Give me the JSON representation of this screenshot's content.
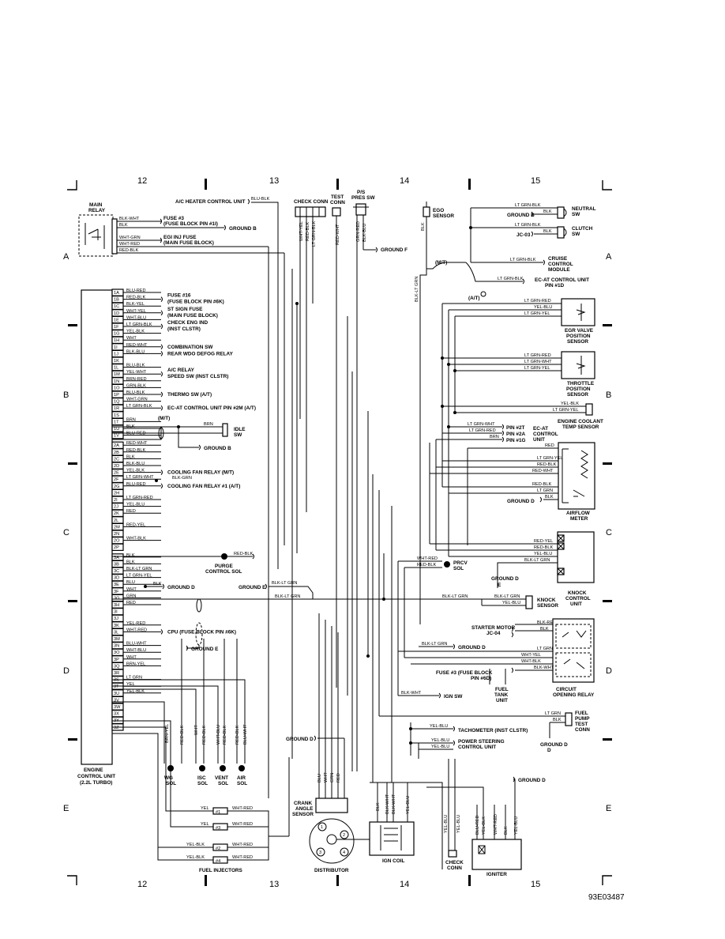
{
  "grid": {
    "columns": [
      "12",
      "13",
      "14",
      "15"
    ],
    "rows": [
      "A",
      "B",
      "C",
      "D",
      "E"
    ]
  },
  "drawing_id": "93E03487",
  "ecu": {
    "label_line1": "ENGINE",
    "label_line2": "CONTROL UNIT",
    "label_line3": "(2.2L TURBO)"
  },
  "pins": [
    {
      "pin": "1A",
      "wire": "BLU-RED"
    },
    {
      "pin": "1B",
      "wire": "RED-BLK"
    },
    {
      "pin": "1C",
      "wire": "BLK-YEL"
    },
    {
      "pin": "1D",
      "wire": "WHT-YEL"
    },
    {
      "pin": "1E",
      "wire": "WHT-BLU"
    },
    {
      "pin": "1F",
      "wire": "LT GRN-BLK"
    },
    {
      "pin": "1G",
      "wire": "YEL-BLK"
    },
    {
      "pin": "1H",
      "wire": "WHT"
    },
    {
      "pin": "1I",
      "wire": "RED-WHT"
    },
    {
      "pin": "1J",
      "wire": "BLK-BLU"
    },
    {
      "pin": "1K",
      "wire": ""
    },
    {
      "pin": "1L",
      "wire": "BLU-BLK"
    },
    {
      "pin": "1M",
      "wire": "YEL-WHT"
    },
    {
      "pin": "1N",
      "wire": "BRN-RED"
    },
    {
      "pin": "1O",
      "wire": "GRN-BLK"
    },
    {
      "pin": "1P",
      "wire": "BLU-BLK"
    },
    {
      "pin": "1Q",
      "wire": "WHT-GRN"
    },
    {
      "pin": "1R",
      "wire": "LT GRN-BLK"
    },
    {
      "pin": "1S",
      "wire": ""
    },
    {
      "pin": "1T",
      "wire": "BRN"
    },
    {
      "pin": "1U",
      "wire": "BLK"
    },
    {
      "pin": "1V",
      "wire": "BLU-RED"
    },
    {
      "pin": "2A",
      "wire": "RED-WHT"
    },
    {
      "pin": "2B",
      "wire": "RED-BLK"
    },
    {
      "pin": "2C",
      "wire": "BLK"
    },
    {
      "pin": "2D",
      "wire": "BLK-BLU"
    },
    {
      "pin": "2E",
      "wire": "YEL-BLK"
    },
    {
      "pin": "2F",
      "wire": "LT GRN-WHT"
    },
    {
      "pin": "2G",
      "wire": "BLU-RED"
    },
    {
      "pin": "2H",
      "wire": ""
    },
    {
      "pin": "2I",
      "wire": "LT GRN-RED"
    },
    {
      "pin": "2J",
      "wire": "YEL-BLU"
    },
    {
      "pin": "2K",
      "wire": "RED"
    },
    {
      "pin": "2L",
      "wire": ""
    },
    {
      "pin": "2M",
      "wire": "RED-YEL"
    },
    {
      "pin": "2N",
      "wire": ""
    },
    {
      "pin": "2O",
      "wire": "WHT-BLK"
    },
    {
      "pin": "2P",
      "wire": ""
    },
    {
      "pin": "3A",
      "wire": "BLK"
    },
    {
      "pin": "3B",
      "wire": "BLK"
    },
    {
      "pin": "3C",
      "wire": "BLK-LT GRN"
    },
    {
      "pin": "3D",
      "wire": "LT GRN-YEL"
    },
    {
      "pin": "3E",
      "wire": "BLU"
    },
    {
      "pin": "3F",
      "wire": "WHT"
    },
    {
      "pin": "3G",
      "wire": "GRN"
    },
    {
      "pin": "3H",
      "wire": "RED"
    },
    {
      "pin": "3I",
      "wire": ""
    },
    {
      "pin": "3J",
      "wire": ""
    },
    {
      "pin": "3K",
      "wire": "YEL-RED"
    },
    {
      "pin": "3L",
      "wire": "WHT-RED"
    },
    {
      "pin": "3M",
      "wire": ""
    },
    {
      "pin": "3N",
      "wire": "BLU-WHT"
    },
    {
      "pin": "3O",
      "wire": "WHT-BLU"
    },
    {
      "pin": "3P",
      "wire": "WHT"
    },
    {
      "pin": "3Q",
      "wire": "BRN-YEL"
    },
    {
      "pin": "3R",
      "wire": ""
    },
    {
      "pin": "3S",
      "wire": "LT GRN"
    },
    {
      "pin": "3T",
      "wire": "YEL"
    },
    {
      "pin": "3U",
      "wire": "YEL-BLK"
    },
    {
      "pin": "3V",
      "wire": ""
    },
    {
      "pin": "3W",
      "wire": ""
    },
    {
      "pin": "3X",
      "wire": ""
    },
    {
      "pin": "3Y",
      "wire": ""
    },
    {
      "pin": "3Z",
      "wire": ""
    }
  ],
  "left_destinations": [
    {
      "after_pin": "1B",
      "line1": "FUSE #16",
      "line2": "(FUSE BLOCK PIN #6K)"
    },
    {
      "after_pin": "1D",
      "line1": "ST SIGN FUSE",
      "line2": "(MAIN FUSE BLOCK)"
    },
    {
      "after_pin": "1F",
      "line1": "CHECK ENG IND",
      "line2": "(INST CLSTR)"
    },
    {
      "after_pin": "1I",
      "line1": "COMBINATION SW",
      "line2": ""
    },
    {
      "after_pin": "1J",
      "line1": "REAR WDO DEFOG RELAY",
      "line2": ""
    },
    {
      "after_pin": "1M",
      "line1": "A/C RELAY",
      "line2": "SPEED SW (INST CLSTR)"
    },
    {
      "after_pin": "1P",
      "line1": "THERMO SW (A/T)",
      "line2": ""
    },
    {
      "after_pin": "1R",
      "line1": "EC-AT CONTROL UNIT PIN #2M (A/T)",
      "line2": ""
    },
    {
      "after_pin": "2E",
      "line1": "COOLING FAN RELAY (M/T)",
      "line2": ""
    },
    {
      "after_pin": "2G",
      "line1": "COOLING FAN RELAY #1 (A/T)",
      "line2": ""
    },
    {
      "after_pin": "3L",
      "line1": "CPU (FUSE BLOCK PIN #6K)",
      "line2": ""
    }
  ],
  "top_components": {
    "main_relay": {
      "line1": "MAIN",
      "line2": "RELAY"
    },
    "relay_wires": [
      "BLK-WHT",
      "BLK",
      "WHT-GRN",
      "WHT-RED",
      "RED-BLK"
    ],
    "fuse3": {
      "line1": "FUSE #3",
      "line2": "(FUSE BLOCK PIN #1I)"
    },
    "egi_fuse": {
      "line1": "EGI INJ FUSE",
      "line2": "(MAIN FUSE BLOCK)"
    },
    "ac_heater": "A/C HEATER CONTROL UNIT",
    "ac_wire": "BLU-BLK",
    "check_conn": "CHECK CONN",
    "test_conn": {
      "line1": "TEST",
      "line2": "CONN"
    },
    "ps_press": {
      "line1": "P/S",
      "line2": "PRES SW"
    },
    "ego": {
      "line1": "EGO",
      "line2": "SENSOR"
    },
    "ego_wire": "BLK",
    "check_conn_wires": [
      "WHT-YEL",
      "RED-BLK",
      "LT GRN-BLK"
    ],
    "test_wire": "RED-WHT",
    "ps_wires": [
      "GRN-RED",
      "BLK-BLU"
    ],
    "ego_down_wire": "BLK-LT GRN",
    "mt_label": "(M/T)",
    "at_label": "(A/T)"
  },
  "right_components": {
    "neutral_sw": {
      "line1": "NEUTRAL",
      "line2": "SW",
      "wire1": "LT GRN-BLK",
      "wire2": "BLK"
    },
    "clutch_sw": {
      "line1": "CLUTCH",
      "line2": "SW",
      "wire1": "LT GRN-BLK",
      "wire2": "BLK"
    },
    "cruise": {
      "line1": "CRUISE",
      "line2": "CONTROL",
      "line3": "MODULE",
      "wire": "LT GRN-BLK"
    },
    "ecat_top": {
      "line1": "EC-AT CONTROL UNIT",
      "line2": "PIN #1D",
      "wire": "LT GRN-BLK"
    },
    "jc03": "JC-03",
    "egr": {
      "line1": "EGR VALVE",
      "line2": "POSITION",
      "line3": "SENSOR",
      "wires": [
        "LT GRN-RED",
        "YEL-BLU",
        "LT GRN-YEL"
      ]
    },
    "throttle": {
      "line1": "THROTTLE",
      "line2": "POSITION",
      "line3": "SENSOR",
      "wires": [
        "LT GRN-RED",
        "LT GRN-WHT",
        "LT GRN-YEL"
      ]
    },
    "coolant": {
      "line1": "ENGINE COOLANT",
      "line2": "TEMP SENSOR",
      "wires": [
        "YEL-BLK",
        "LT GRN-YEL"
      ]
    },
    "ecat_pins": {
      "line1": "EC-AT",
      "line2": "CONTROL",
      "line3": "UNIT",
      "pins": [
        "PIN #2T",
        "PIN #2A",
        "PIN #1G"
      ],
      "wires": [
        "LT GRN-WHT",
        "LT GRN-RED",
        "BRN"
      ]
    },
    "airflow": {
      "line1": "AIRFLOW",
      "line2": "METER",
      "wires": [
        "RED",
        "LT GRN-YEL",
        "RED-BLK",
        "RED-WHT",
        "RED-BLK",
        "LT GRN",
        "BLK"
      ]
    },
    "knock_unit": {
      "line1": "KNOCK",
      "line2": "CONTROL",
      "line3": "UNIT",
      "wires": [
        "RED-YEL",
        "RED-BLK",
        "YEL-BLU",
        "BLK-LT GRN"
      ]
    },
    "prcv": {
      "line1": "PRCV",
      "line2": "SOL",
      "wires": [
        "WHT-RED",
        "RED-BLK"
      ]
    },
    "knock_sensor": {
      "line1": "KNOCK",
      "line2": "SENSOR",
      "wires": [
        "BLK-LT GRN",
        "YEL-BLU"
      ]
    },
    "starter": {
      "line1": "STARTER MOTOR",
      "jc": "JC-04",
      "wires": [
        "BLK-RED",
        "BLK"
      ]
    },
    "circuit_relay": {
      "line1": "CIRCUIT",
      "line2": "OPENING RELAY",
      "wires": [
        "LT GRN",
        "WHT-YEL",
        "WHT-BLK",
        "BLK-WHT"
      ]
    },
    "fuse3b": {
      "line1": "FUSE #3 (FUSE BLOCK",
      "line2": "PIN #6D)"
    },
    "fuel_tank": {
      "line1": "FUEL",
      "line2": "TANK",
      "line3": "UNIT"
    },
    "ign_sw": "IGN SW",
    "ign_sw_wire": "BLK-WHT",
    "fuel_pump": {
      "line1": "FUEL",
      "line2": "PUMP",
      "line3": "TEST",
      "line4": "CONN",
      "wires": [
        "LT GRN",
        "BLK"
      ]
    },
    "tach": {
      "text": "TACHOMETER (INST CLSTR)",
      "wire": "YEL-BLU"
    },
    "ps_unit": {
      "line1": "POWER STEERING",
      "line2": "CONTROL UNIT",
      "wires": [
        "YEL-BLU",
        "YEL-BLU"
      ]
    }
  },
  "mid_components": {
    "idle_sw": {
      "line1": "IDLE",
      "line2": "SW",
      "wire": "BRN"
    },
    "mt_small": "(M/T)",
    "cooling_fan_wire": "BLK-GRN",
    "purge": {
      "line1": "PURGE",
      "line2": "CONTROL SOL",
      "wire": "RED-BLK"
    },
    "ground_d_blk": "BLK",
    "ground_e_wire": "BLK-LT GRN",
    "ground_e_wire2": "BLK-LT GRN",
    "ground_d_wire2": "BLK-LT GRN",
    "solenoids": [
      {
        "line1": "WG",
        "line2": "SOL",
        "wires": [
          "BRN-YEL",
          "RED-BLK"
        ]
      },
      {
        "line1": "ISC",
        "line2": "SOL",
        "wires": [
          "WHT",
          "RED-BLK"
        ]
      },
      {
        "line1": "VENT",
        "line2": "SOL",
        "wires": [
          "WHT-BLU",
          "RED-BLK"
        ]
      },
      {
        "line1": "AIR",
        "line2": "SOL",
        "wires": [
          "RED-BLK",
          "BLU-WHT"
        ]
      }
    ]
  },
  "bottom_components": {
    "injectors": {
      "label": "FUEL INJECTORS",
      "items": [
        {
          "num": "#1",
          "left": "YEL",
          "right": "WHT-RED"
        },
        {
          "num": "#3",
          "left": "YEL",
          "right": "WHT-RED"
        },
        {
          "num": "#2",
          "left": "YEL-BLK",
          "right": "WHT-RED"
        },
        {
          "num": "#4",
          "left": "YEL-BLK",
          "right": "WHT-RED"
        }
      ]
    },
    "crank": {
      "line1": "CRANK",
      "line2": "ANGLE",
      "line3": "SENSOR",
      "wires": [
        "BLU",
        "WHT",
        "GRN",
        "RED"
      ]
    },
    "distributor": "DISTRIBUTOR",
    "dist_numbers": [
      "1",
      "2",
      "3",
      "4"
    ],
    "ign_coil": "IGN COIL",
    "coil_wires": [
      "BLK",
      "BLK-WHT",
      "BLK-WHT",
      "YEL-BLU"
    ],
    "check_conn2": {
      "line1": "CHECK",
      "line2": "CONN",
      "wires": [
        "YEL-BLU",
        "YEL-BLU"
      ]
    },
    "igniter": "IGNITER",
    "igniter_wires": [
      "BLU-RED",
      "YEL-BLK",
      "WHT-RED",
      "BLK",
      "YEL-BLU"
    ]
  },
  "grounds": {
    "ground_b": "GROUND B",
    "ground_d": "GROUND D",
    "ground_e": "GROUND E",
    "ground_f": "GROUND F",
    "ground_e_letter": "E",
    "ground_d_letter": "D"
  }
}
